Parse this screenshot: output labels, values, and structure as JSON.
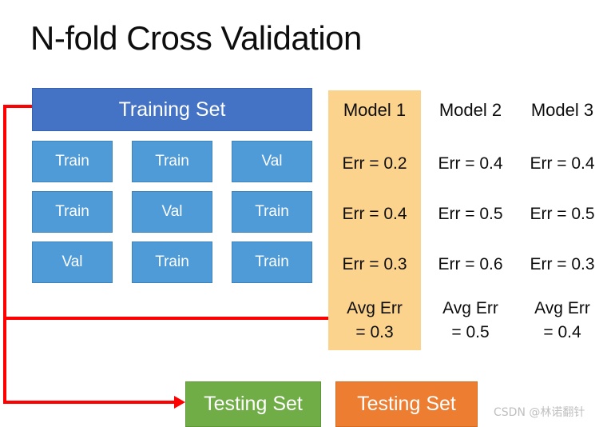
{
  "slide": {
    "title": "N-fold Cross Validation",
    "watermark": "CSDN @林诺翻针"
  },
  "colors": {
    "training_set_blue": "#4472C4",
    "fold_cell_blue": "#4E9BD8",
    "highlight_orange": "#FBD38D",
    "connector_red": "#FF0000",
    "testing_green": "#70AD47",
    "testing_orange": "#ED7D31",
    "text_dark": "#0D0D0D",
    "text_light": "#FFFFFF",
    "watermark_gray": "#BFBFBF"
  },
  "training": {
    "header_label": "Training Set",
    "folds": [
      {
        "cells": [
          "Train",
          "Train",
          "Val"
        ]
      },
      {
        "cells": [
          "Train",
          "Val",
          "Train"
        ]
      },
      {
        "cells": [
          "Val",
          "Train",
          "Train"
        ]
      }
    ]
  },
  "models": [
    {
      "name": "Model 1",
      "highlighted": true,
      "errors": [
        "Err = 0.2",
        "Err = 0.4",
        "Err = 0.3"
      ],
      "avg_label": "Avg Err",
      "avg_value": "= 0.3"
    },
    {
      "name": "Model 2",
      "highlighted": false,
      "errors": [
        "Err = 0.4",
        "Err = 0.5",
        "Err = 0.6"
      ],
      "avg_label": "Avg Err",
      "avg_value": "= 0.5"
    },
    {
      "name": "Model 3",
      "highlighted": false,
      "errors": [
        "Err = 0.4",
        "Err = 0.5",
        "Err = 0.3"
      ],
      "avg_label": "Avg Err",
      "avg_value": "= 0.4"
    }
  ],
  "testing": {
    "green_label": "Testing Set",
    "orange_label": "Testing Set"
  }
}
